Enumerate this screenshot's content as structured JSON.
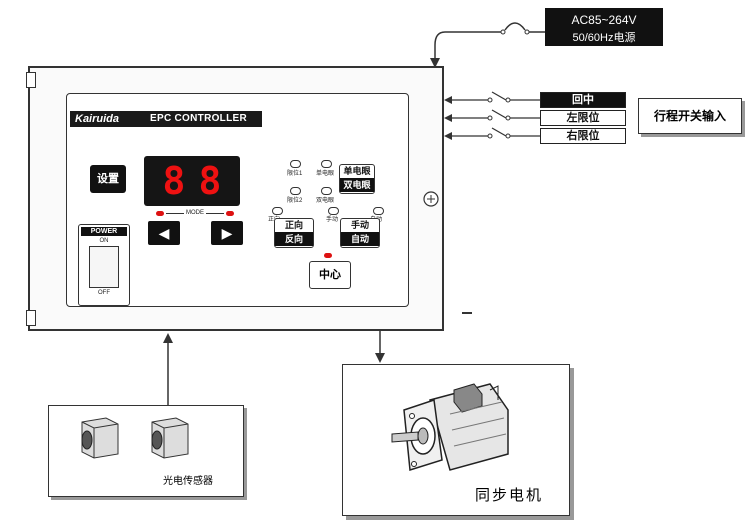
{
  "power_supply": {
    "line1": "AC85~264V",
    "line2": "50/60Hz电源"
  },
  "controller": {
    "brand": "Kairuida",
    "model": "EPC CONTROLLER",
    "set_button": "设置",
    "display_digits": [
      "8",
      "8"
    ],
    "mode_label": "MODE",
    "left_arrow": "◀",
    "right_arrow": "▶",
    "power_label": "POWER",
    "power_on": "ON",
    "power_off": "OFF",
    "indicators": {
      "limit1": "限位1",
      "single_eye": "单电眼",
      "limit2": "限位2",
      "double_eye": "双电眼",
      "forward": "正向",
      "manual": "手动",
      "auto": "自动"
    },
    "eye_button": {
      "top": "单电眼",
      "bottom": "双电眼"
    },
    "direction_button": {
      "top": "正向",
      "bottom": "反向"
    },
    "mode_button": {
      "top": "手动",
      "bottom": "自动"
    },
    "center_button": "中心"
  },
  "travel_switch": {
    "inputs": [
      "回中",
      "左限位",
      "右限位"
    ],
    "label": "行程开关输入"
  },
  "sensor_label": "光电传感器",
  "motor_label": "同步电机"
}
